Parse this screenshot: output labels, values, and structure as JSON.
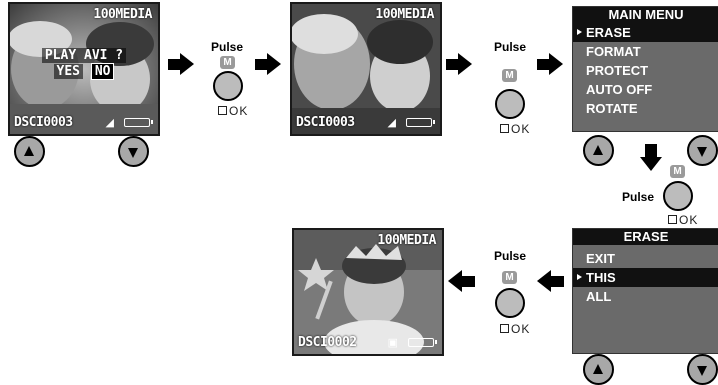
{
  "screens": {
    "first": {
      "folder": "100MEDIA",
      "filename": "DSCI0003",
      "prompt": "PLAY AVI ?",
      "yes": "YES",
      "no": "NO"
    },
    "second": {
      "folder": "100MEDIA",
      "filename": "DSCI0003"
    },
    "result": {
      "folder": "100MEDIA",
      "filename": "DSCI0002"
    }
  },
  "main_menu": {
    "title": "MAIN MENU",
    "items": [
      "ERASE",
      "FORMAT",
      "PROTECT",
      "AUTO OFF",
      "ROTATE"
    ],
    "selected": "ERASE"
  },
  "erase_menu": {
    "title": "ERASE",
    "items": [
      "EXIT",
      "THIS",
      "ALL"
    ],
    "selected": "THIS"
  },
  "pulse": {
    "label": "Pulse",
    "m_key": "M",
    "ok": "OK"
  }
}
